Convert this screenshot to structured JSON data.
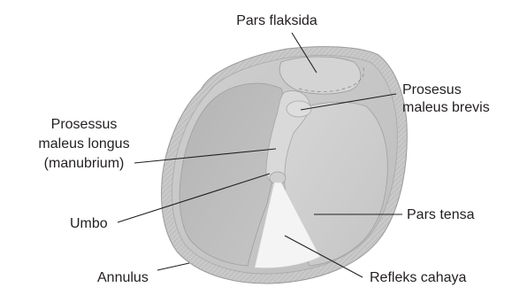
{
  "labels": {
    "pars_flaksida": "Pars flaksida",
    "prosesus_brevis_line1": "Prosesus",
    "prosesus_brevis_line2": "maleus brevis",
    "longus_line1": "Prosessus",
    "longus_line2": "maleus longus",
    "longus_line3": "(manubrium)",
    "umbo": "Umbo",
    "pars_tensa": "Pars tensa",
    "annulus": "Annulus",
    "refleks_cahaya": "Refleks cahaya"
  }
}
